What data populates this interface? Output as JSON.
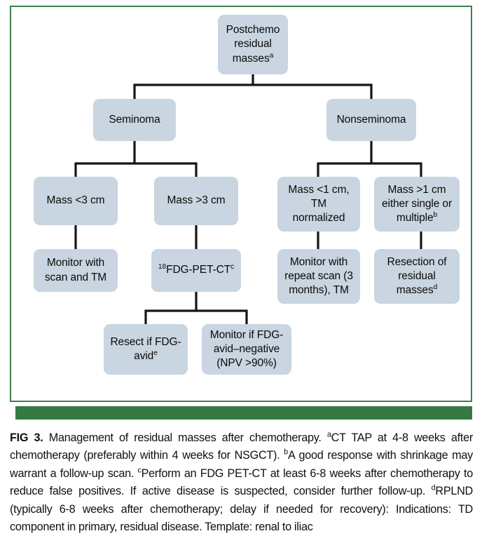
{
  "figure": {
    "frame_border_color": "#3f7f4c",
    "green_bar_color": "#367a42",
    "node_fill_color": "#c9d5e0",
    "connector_color": "#151515"
  },
  "chart_data": {
    "type": "diagram",
    "diagram_kind": "flowchart",
    "title": "Management of residual masses after chemotherapy",
    "nodes": [
      {
        "id": "root",
        "label": "Postchemo residual masses",
        "footnote": "a",
        "level": 0
      },
      {
        "id": "seminoma",
        "label": "Seminoma",
        "footnote": "",
        "level": 1
      },
      {
        "id": "nonseminoma",
        "label": "Nonseminoma",
        "footnote": "",
        "level": 1
      },
      {
        "id": "mass_lt3",
        "label": "Mass <3 cm",
        "footnote": "",
        "level": 2
      },
      {
        "id": "mass_gt3",
        "label": "Mass >3 cm",
        "footnote": "",
        "level": 2
      },
      {
        "id": "mass_lt1",
        "label": "Mass <1 cm, TM normalized",
        "footnote": "",
        "level": 2
      },
      {
        "id": "mass_gt1",
        "label": "Mass >1 cm either single or multiple",
        "footnote": "b",
        "level": 2
      },
      {
        "id": "monitor_scan_tm",
        "label": "Monitor with scan and TM",
        "footnote": "",
        "level": 3
      },
      {
        "id": "fdg_pet_ct",
        "label": "FDG-PET-CT",
        "prefix": "18",
        "footnote": "c",
        "level": 3
      },
      {
        "id": "monitor_repeat",
        "label": "Monitor with repeat scan (3 months), TM",
        "footnote": "",
        "level": 3
      },
      {
        "id": "resection",
        "label": "Resection of residual masses",
        "footnote": "d",
        "level": 3
      },
      {
        "id": "resect_avid",
        "label": "Resect if FDG-avid",
        "footnote": "e",
        "level": 4
      },
      {
        "id": "monitor_neg",
        "label": "Monitor if FDG-avid–negative (NPV >90%)",
        "footnote": "",
        "level": 4
      }
    ],
    "edges": [
      {
        "from": "root",
        "to": "seminoma"
      },
      {
        "from": "root",
        "to": "nonseminoma"
      },
      {
        "from": "seminoma",
        "to": "mass_lt3"
      },
      {
        "from": "seminoma",
        "to": "mass_gt3"
      },
      {
        "from": "nonseminoma",
        "to": "mass_lt1"
      },
      {
        "from": "nonseminoma",
        "to": "mass_gt1"
      },
      {
        "from": "mass_lt3",
        "to": "monitor_scan_tm"
      },
      {
        "from": "mass_gt3",
        "to": "fdg_pet_ct"
      },
      {
        "from": "mass_lt1",
        "to": "monitor_repeat"
      },
      {
        "from": "mass_gt1",
        "to": "resection"
      },
      {
        "from": "fdg_pet_ct",
        "to": "resect_avid"
      },
      {
        "from": "fdg_pet_ct",
        "to": "monitor_neg"
      }
    ]
  },
  "nodes": {
    "root": {
      "line1": "Postchemo",
      "line2": "residual",
      "line3": "masses",
      "sup": "a"
    },
    "seminoma": {
      "line1": "Seminoma"
    },
    "nonseminoma": {
      "line1": "Nonseminoma"
    },
    "mass_lt3": {
      "line1": "Mass <3 cm"
    },
    "mass_gt3": {
      "line1": "Mass >3 cm"
    },
    "mass_lt1": {
      "line1": "Mass <1 cm,",
      "line2": "TM",
      "line3": "normalized"
    },
    "mass_gt1": {
      "line1": "Mass >1 cm",
      "line2": "either single or",
      "line3": "multiple",
      "sup": "b"
    },
    "monitor_scan_tm": {
      "line1": "Monitor with",
      "line2": "scan and TM"
    },
    "fdg_pet_ct": {
      "pre": "18",
      "line1": "FDG-PET-CT",
      "sup": "c"
    },
    "monitor_repeat": {
      "line1": "Monitor with",
      "line2": "repeat scan (3",
      "line3": "months), TM"
    },
    "resection": {
      "line1": "Resection of",
      "line2": "residual",
      "line3": "masses",
      "sup": "d"
    },
    "resect_avid": {
      "line1": "Resect if FDG-",
      "line2": "avid",
      "sup": "e"
    },
    "monitor_neg": {
      "line1": "Monitor if FDG-",
      "line2": "avid–negative",
      "line3": "(NPV >90%)"
    }
  },
  "caption": {
    "fig_label": "FIG 3.",
    "body_1": " Management of residual masses after chemotherapy. ",
    "sup_a": "a",
    "body_2": "CT TAP at 4-8 weeks after chemotherapy (preferably within 4 weeks for NSGCT). ",
    "sup_b": "b",
    "body_3": "A good response with shrinkage may warrant a follow-up scan. ",
    "sup_c": "c",
    "body_4": "Perform an FDG PET-CT at least 6-8 weeks after chemotherapy to reduce false positives. If active disease is suspected, consider further follow-up. ",
    "sup_d": "d",
    "body_5": "RPLND (typically 6-8 weeks after chemotherapy; delay if needed for recovery): Indications: TD component in primary, residual disease. Template: renal to iliac"
  }
}
